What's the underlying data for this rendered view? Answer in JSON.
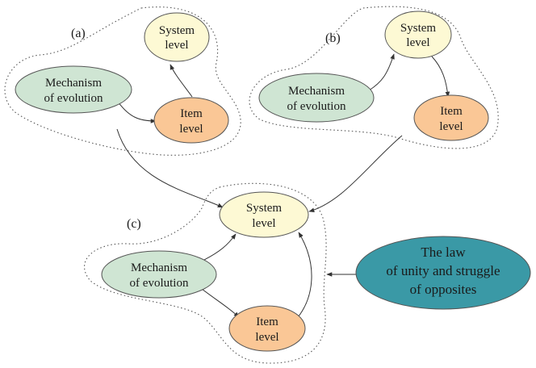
{
  "colors": {
    "system_fill": "#fdf9d4",
    "item_fill": "#fac796",
    "mechanism_fill": "#cfe5d3",
    "law_fill": "#3a99a6",
    "node_stroke": "#555555",
    "edge_stroke": "#333333"
  },
  "panels": {
    "a": {
      "label": "(a)",
      "system": [
        "System",
        "level"
      ],
      "mechanism": [
        "Mechanism",
        "of evolution"
      ],
      "item": [
        "Item",
        "level"
      ]
    },
    "b": {
      "label": "(b)",
      "system": [
        "System",
        "level"
      ],
      "mechanism": [
        "Mechanism",
        "of evolution"
      ],
      "item": [
        "Item",
        "level"
      ]
    },
    "c": {
      "label": "(c)",
      "system": [
        "System",
        "level"
      ],
      "mechanism": [
        "Mechanism",
        "of evolution"
      ],
      "item": [
        "Item",
        "level"
      ]
    }
  },
  "law": [
    "The law",
    "of unity and struggle",
    "of opposites"
  ]
}
